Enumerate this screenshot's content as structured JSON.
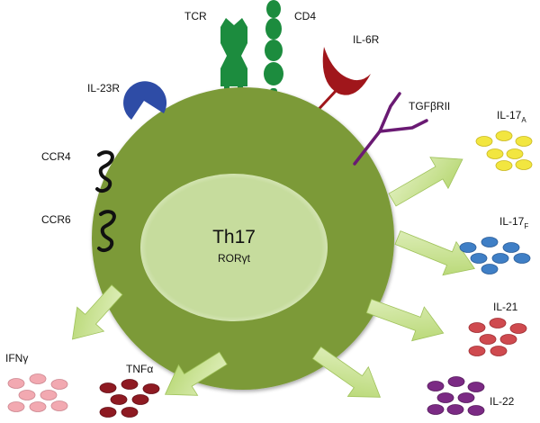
{
  "cell": {
    "name": "Th17",
    "factor": "RORγt",
    "membrane_color": "#7b9a37",
    "nucleus_color": "#c6dc9d",
    "nucleus_edge": "#e7f0d3"
  },
  "receptors": {
    "tcr": {
      "label": "TCR",
      "color": "#1c8c3e"
    },
    "cd4": {
      "label": "CD4",
      "color": "#1c8c3e"
    },
    "il6r": {
      "label": "IL-6R",
      "color": "#a0161b"
    },
    "il23r": {
      "label": "IL-23R",
      "color": "#2e4ca6"
    },
    "tgfbrii": {
      "label": "TGFβRII",
      "color": "#6a1a73"
    },
    "ccr4": {
      "label": "CCR4",
      "color": "#111111"
    },
    "ccr6": {
      "label": "CCR6",
      "color": "#111111"
    }
  },
  "arrow_color": "#b3d56c",
  "cytokines": {
    "il17a": {
      "label": "IL-17",
      "subscript": "A",
      "color": "#f2e640",
      "edge": "#c9b81f"
    },
    "il17f": {
      "label": "IL-17",
      "subscript": "F",
      "color": "#3f7fc6",
      "edge": "#2b5d98"
    },
    "il21": {
      "label": "IL-21",
      "color": "#cf4a4f",
      "edge": "#9e2e33"
    },
    "il22": {
      "label": "IL-22",
      "color": "#7b2a84",
      "edge": "#561b5d"
    },
    "tnfa": {
      "label": "TNFα",
      "color": "#8e1a22",
      "edge": "#651018"
    },
    "ifng": {
      "label": "IFNγ",
      "color": "#f2a9b1",
      "edge": "#cc8790"
    }
  }
}
